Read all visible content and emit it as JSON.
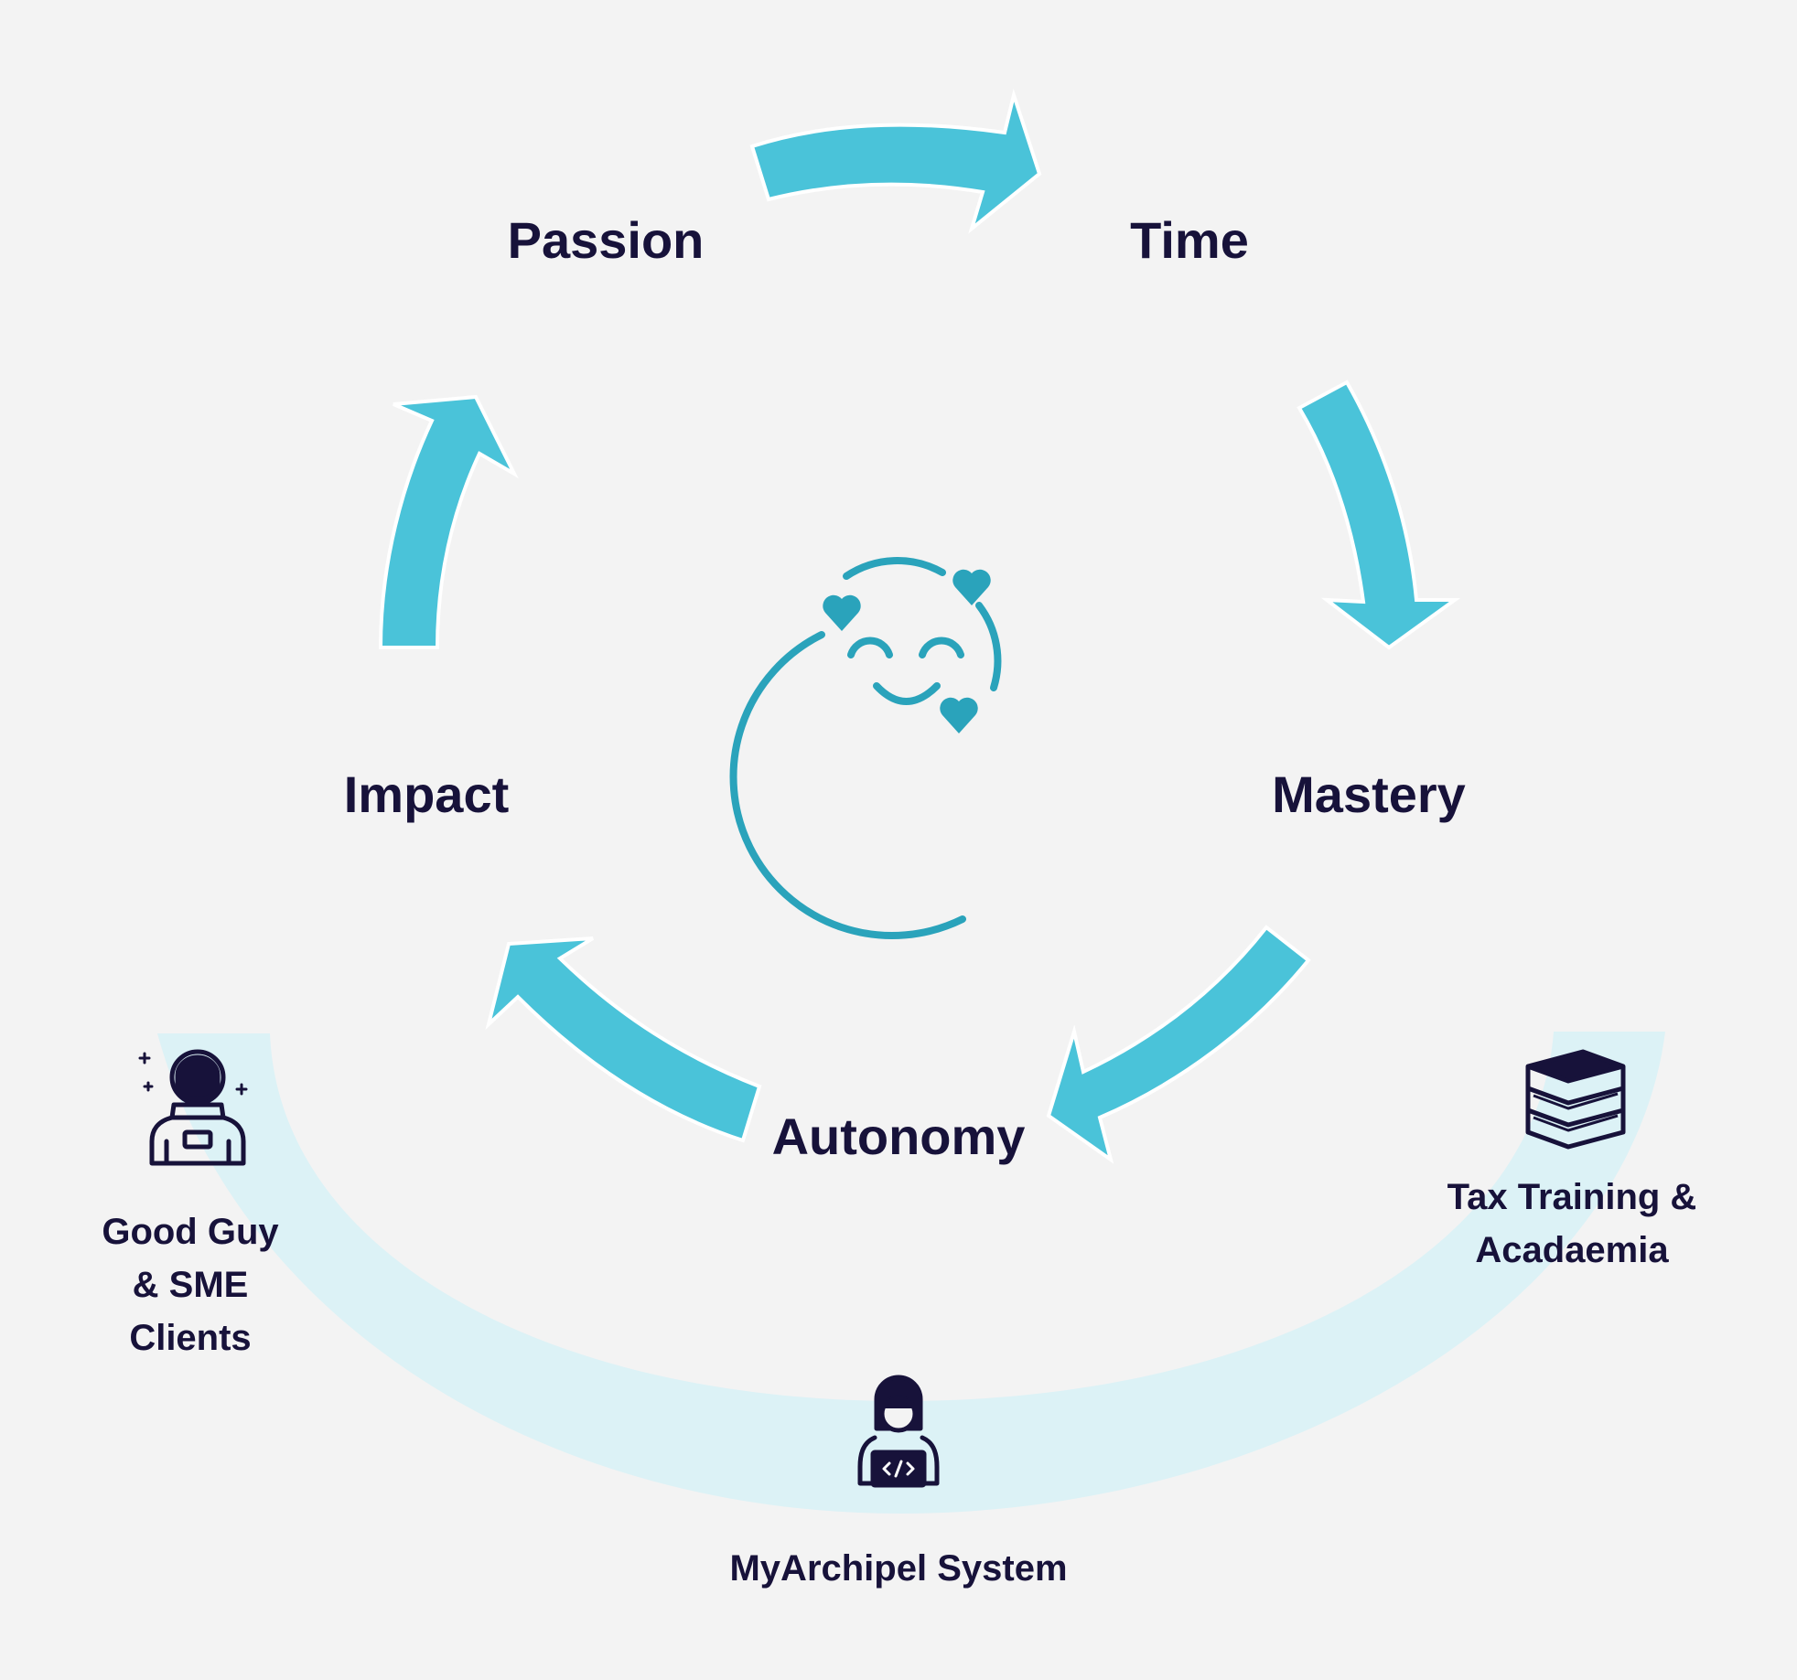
{
  "cycle": {
    "labels": [
      "Passion",
      "Time",
      "Mastery",
      "Autonomy",
      "Impact"
    ],
    "arrow_color": "#4ac3d9",
    "center_icon": "smiling-face-with-hearts-icon",
    "center_icon_color": "#2aa3bb"
  },
  "foundation": {
    "band_color": "#dcf2f6",
    "left": {
      "icon": "astronaut-icon",
      "lines": [
        "Good Guy",
        "& SME",
        "Clients"
      ]
    },
    "center": {
      "icon": "developer-at-laptop-icon",
      "lines": [
        "MyArchipel System"
      ]
    },
    "right": {
      "icon": "book-stack-icon",
      "lines": [
        "Tax Training &",
        "Acadaemia"
      ]
    }
  },
  "text_color": "#17123a"
}
